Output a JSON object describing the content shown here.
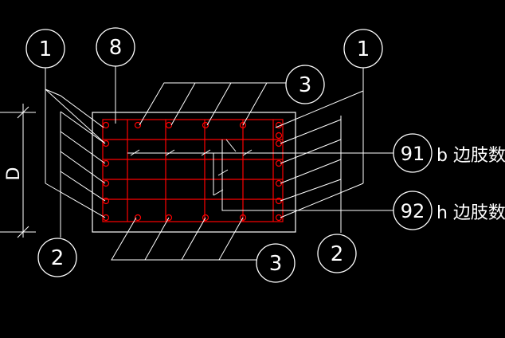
{
  "callouts": {
    "top_left_1": "1",
    "top_8": "8",
    "top_right_1": "1",
    "top_3": "3",
    "bottom_left_2": "2",
    "bottom_3": "3",
    "bottom_right_2": "2",
    "label_91": "91",
    "label_92": "92"
  },
  "dimension_label": "D",
  "legend": {
    "b_text": "b 边肢数",
    "h_text": "h 边肢数"
  },
  "colors": {
    "background": "#000000",
    "lines": "#ffffff",
    "rebar": "#ff0000"
  }
}
